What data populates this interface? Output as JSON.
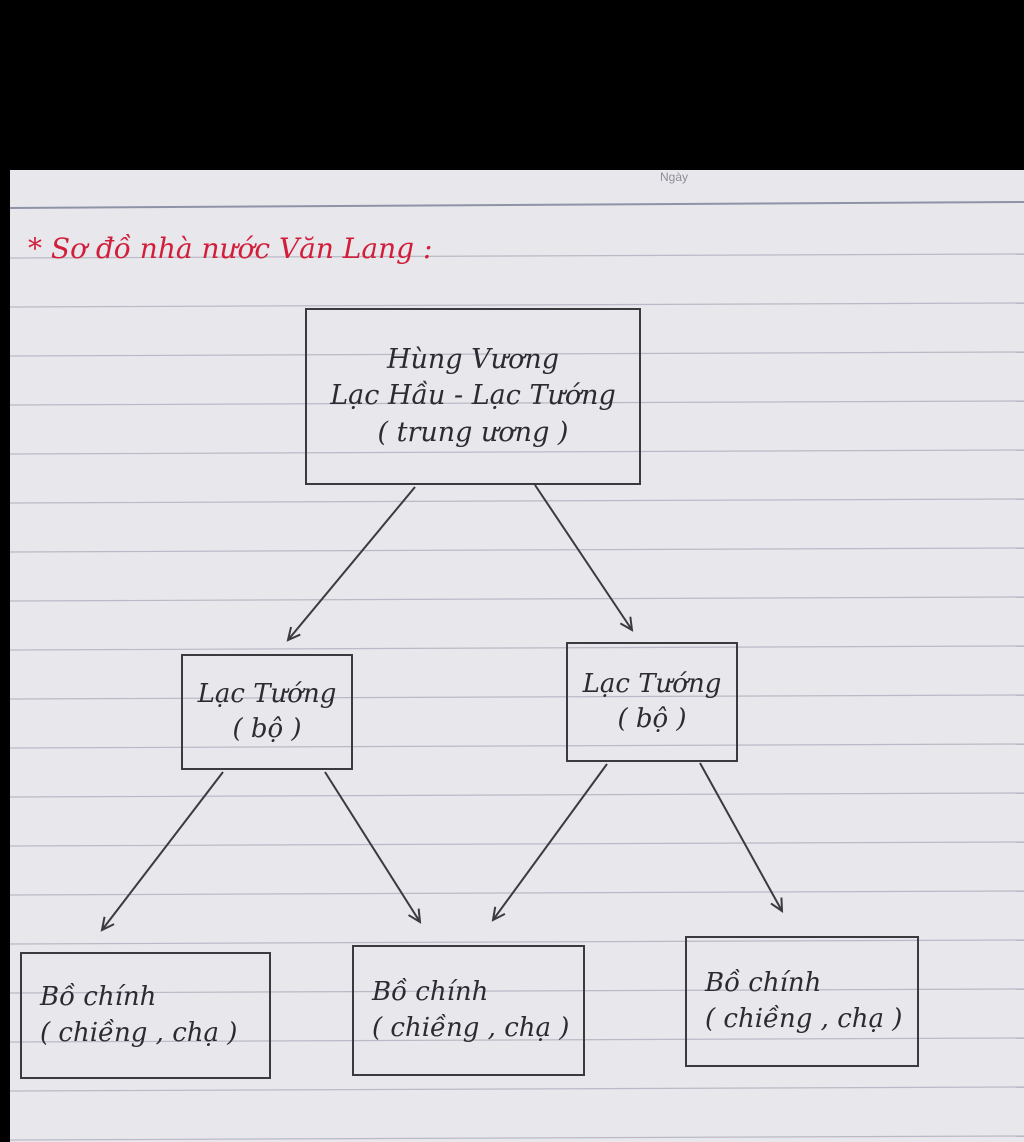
{
  "title": "* Sơ đồ nhà nước Văn Lang :",
  "header_label": "Ngày",
  "nodes": {
    "top": {
      "line1": "Hùng Vương",
      "line2": "Lạc Hầu - Lạc Tướng",
      "line3": "( trung ương )"
    },
    "mid_left": {
      "line1": "Lạc Tướng",
      "line2": "( bộ )"
    },
    "mid_right": {
      "line1": "Lạc Tướng",
      "line2": "( bộ )"
    },
    "bottom_left": {
      "line1": "Bồ chính",
      "line2": "( chiềng , chạ )"
    },
    "bottom_center": {
      "line1": "Bồ chính",
      "line2": "( chiềng , chạ )"
    },
    "bottom_right": {
      "line1": "Bồ chính",
      "line2": "( chiềng , chạ )"
    }
  },
  "edges": [
    {
      "from": "top",
      "to": "mid_left"
    },
    {
      "from": "top",
      "to": "mid_right"
    },
    {
      "from": "mid_left",
      "to": "bottom_left"
    },
    {
      "from": "mid_left",
      "to": "bottom_center"
    },
    {
      "from": "mid_right",
      "to": "bottom_center"
    },
    {
      "from": "mid_right",
      "to": "bottom_right"
    }
  ],
  "colors": {
    "paper": "#e7e7ec",
    "ink": "#2b2b31",
    "title_ink": "#d21e3a",
    "rule_line": "#b9bac6"
  }
}
